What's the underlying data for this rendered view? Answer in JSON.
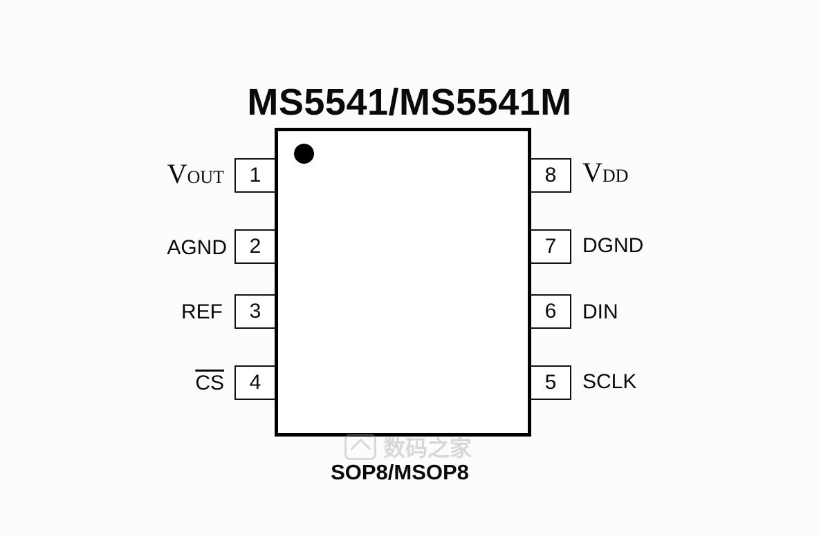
{
  "diagram": {
    "title": "MS5541/MS5541M",
    "package": "SOP8/MSOP8",
    "pin1_marker": "dot-indicator",
    "pins_left": [
      {
        "number": "1",
        "label_main": "V",
        "label_sub": "OUT",
        "style": "serif-subscript"
      },
      {
        "number": "2",
        "label": "AGND"
      },
      {
        "number": "3",
        "label": "REF"
      },
      {
        "number": "4",
        "label": "CS",
        "overline": true
      }
    ],
    "pins_right": [
      {
        "number": "8",
        "label_main": "V",
        "label_sub": "DD",
        "style": "serif-subscript"
      },
      {
        "number": "7",
        "label": "DGND"
      },
      {
        "number": "6",
        "label": "DIN"
      },
      {
        "number": "5",
        "label": "SCLK"
      }
    ],
    "watermark": {
      "text": "数码之家",
      "icon": "house-logo-icon"
    }
  }
}
